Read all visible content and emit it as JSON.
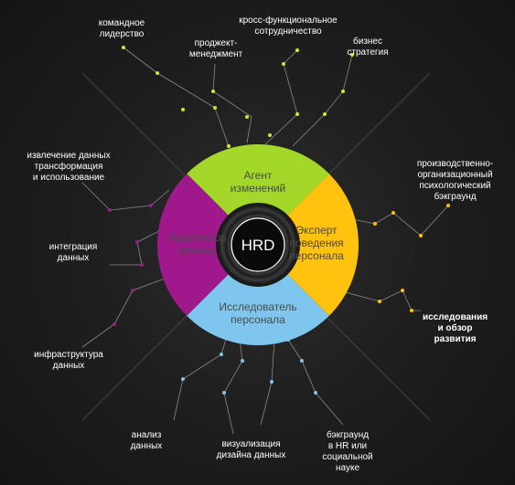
{
  "center": {
    "label": "HRD"
  },
  "segments": {
    "top": {
      "line1": "Агент",
      "line2": "изменений",
      "color": "#a3d82a"
    },
    "right": {
      "line1": "Эксперт",
      "line2": "поведения",
      "line3": "персонала",
      "color": "#ffc20e"
    },
    "bottom": {
      "line1": "Исследователь",
      "line2": "персонала",
      "color": "#7fc6ee"
    },
    "left": {
      "line1": "Архитектор",
      "line2": "данных",
      "color": "#a0198c"
    }
  },
  "labels": {
    "team_leadership": "командное\nлидерство",
    "project_management": "проджект-\nменеджмент",
    "cross_functional": "кросс-функциональное\nсотрудничество",
    "business_strategy": "бизнес\nстратегия",
    "data_extraction": "извлечение данных\nтрансформация\nи использование",
    "data_integration": "интеграция\nданных",
    "data_infrastructure": "инфраструктура\nданных",
    "org_psych": "производственно-\nорганизационный\nпсихологический\nбэкграунд",
    "research_review": "исследования\nи обзор\nразвития",
    "data_analysis": "анализ\nданных",
    "data_visualization": "визуализация\nдизайна данных",
    "hr_background": "бэкграунд\nв HR или\nсоциальной\nнауке"
  },
  "colors": {
    "background": "#1b1b1b",
    "branch_line": "#8a8a8a",
    "diagonal": "#4a4a4a",
    "dot_top": "#d6e82a",
    "dot_right": "#ffc20e",
    "dot_bottom": "#7fc6ee",
    "dot_left": "#a0198c"
  }
}
